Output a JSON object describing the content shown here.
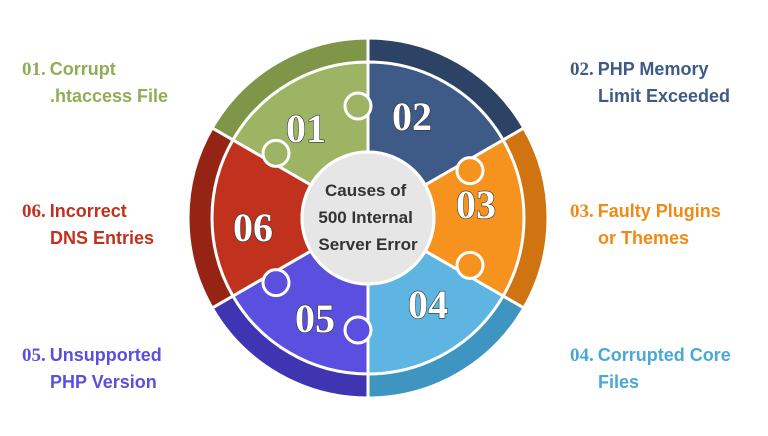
{
  "center": {
    "lines": [
      "Causes of",
      "500 Internal",
      "Server Error"
    ]
  },
  "pieces": [
    {
      "number": "01",
      "color": "#9cb463",
      "dark": "#7f9548"
    },
    {
      "number": "02",
      "color": "#3e5a86",
      "dark": "#2c4366"
    },
    {
      "number": "03",
      "color": "#f6921e",
      "dark": "#cf7410"
    },
    {
      "number": "04",
      "color": "#5fb5e1",
      "dark": "#3f95c2"
    },
    {
      "number": "05",
      "color": "#5b4fe0",
      "dark": "#3f35b3"
    },
    {
      "number": "06",
      "color": "#c0321e",
      "dark": "#962414"
    }
  ],
  "labels": [
    {
      "num": "01.",
      "line1": "Corrupt",
      "line2": ".htaccess File",
      "color": "#8fae57"
    },
    {
      "num": "02.",
      "line1": "PHP Memory",
      "line2": "Limit Exceeded",
      "color": "#3e5a86"
    },
    {
      "num": "03.",
      "line1": "Faulty Plugins",
      "line2": "or Themes",
      "color": "#f08a15"
    },
    {
      "num": "04.",
      "line1": "Corrupted Core",
      "line2": "Files",
      "color": "#4aa8d8"
    },
    {
      "num": "05.",
      "line1": "Unsupported",
      "line2": "PHP Version",
      "color": "#5a4fdf"
    },
    {
      "num": "06.",
      "line1": "Incorrect",
      "line2": "DNS Entries",
      "color": "#c0321e"
    }
  ]
}
